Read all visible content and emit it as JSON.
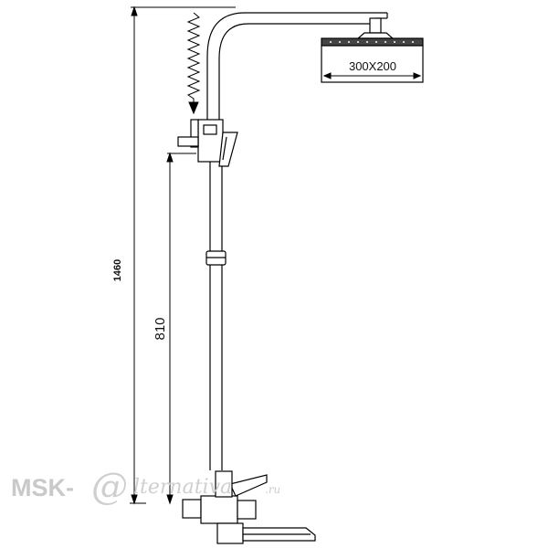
{
  "dimensions": {
    "shower_head_size": "300X200",
    "total_height": "1460",
    "mixer_height": "810"
  },
  "watermark": {
    "brand_prefix": "MSK-",
    "brand_script": "lternativa",
    "brand_suffix": ".ru"
  },
  "colors": {
    "line": "#000000",
    "watermark": "#c9c9c9"
  }
}
